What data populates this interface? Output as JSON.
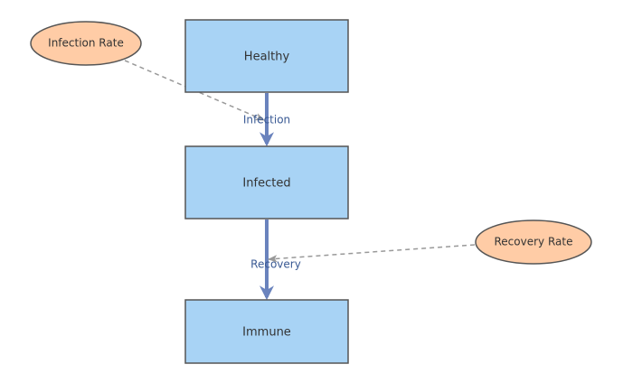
{
  "diagram": {
    "stocks": {
      "healthy": "Healthy",
      "infected": "Infected",
      "immune": "Immune"
    },
    "flows": {
      "infection": "Infection",
      "recovery": "Recovery"
    },
    "parameters": {
      "infection_rate": "Infection Rate",
      "recovery_rate": "Recovery Rate"
    },
    "colors": {
      "stock_fill": "#a8d3f5",
      "stock_stroke": "#555555",
      "parameter_fill": "#ffcca6",
      "parameter_stroke": "#555555",
      "flow_arrow": "#6a83bd",
      "flow_label": "#3a5a94",
      "link_line": "#999999"
    }
  }
}
